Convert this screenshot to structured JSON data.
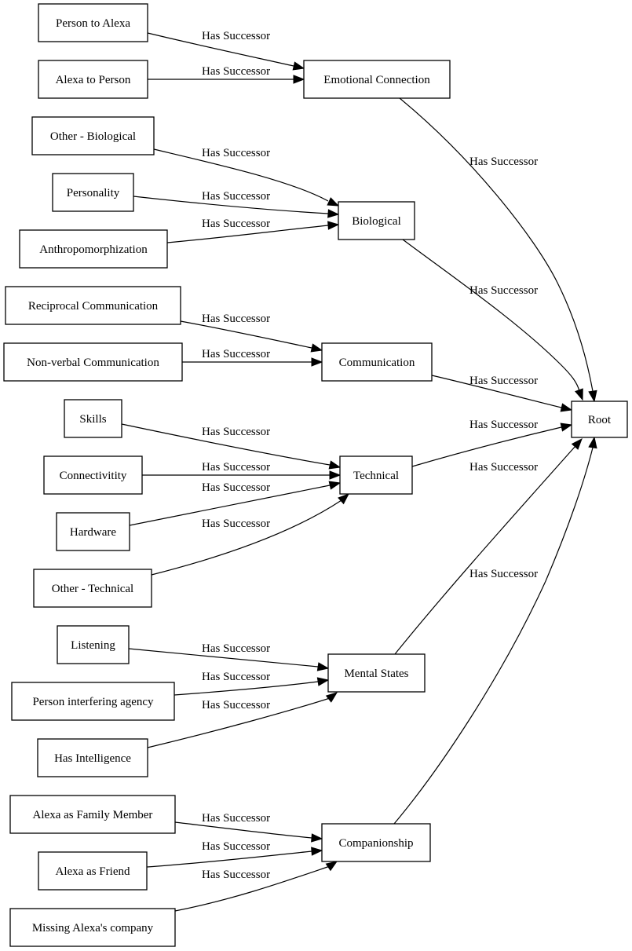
{
  "diagram": {
    "type": "directed-graph",
    "edge_label": "Has Successor",
    "root": "Root",
    "nodes": [
      {
        "id": "root",
        "label": "Root"
      },
      {
        "id": "emotional",
        "label": "Emotional Connection"
      },
      {
        "id": "biological",
        "label": "Biological"
      },
      {
        "id": "communication",
        "label": "Communication"
      },
      {
        "id": "technical",
        "label": "Technical"
      },
      {
        "id": "mental",
        "label": "Mental States"
      },
      {
        "id": "companionship",
        "label": "Companionship"
      },
      {
        "id": "person_to_alexa",
        "label": "Person to Alexa"
      },
      {
        "id": "alexa_to_person",
        "label": "Alexa to Person"
      },
      {
        "id": "other_bio",
        "label": "Other - Biological"
      },
      {
        "id": "personality",
        "label": "Personality"
      },
      {
        "id": "anthro",
        "label": "Anthropomorphization"
      },
      {
        "id": "reciprocal",
        "label": "Reciprocal Communication"
      },
      {
        "id": "nonverbal",
        "label": "Non-verbal Communication"
      },
      {
        "id": "skills",
        "label": "Skills"
      },
      {
        "id": "connectivity",
        "label": "Connectivitity"
      },
      {
        "id": "hardware",
        "label": "Hardware"
      },
      {
        "id": "other_tech",
        "label": "Other - Technical"
      },
      {
        "id": "listening",
        "label": "Listening"
      },
      {
        "id": "person_interfering",
        "label": "Person interfering agency"
      },
      {
        "id": "has_intelligence",
        "label": "Has Intelligence"
      },
      {
        "id": "family_member",
        "label": "Alexa as Family Member"
      },
      {
        "id": "friend",
        "label": "Alexa as Friend"
      },
      {
        "id": "missing_company",
        "label": "Missing Alexa's company"
      }
    ],
    "edges": [
      {
        "from": "person_to_alexa",
        "to": "emotional",
        "label": "Has Successor"
      },
      {
        "from": "alexa_to_person",
        "to": "emotional",
        "label": "Has Successor"
      },
      {
        "from": "other_bio",
        "to": "biological",
        "label": "Has Successor"
      },
      {
        "from": "personality",
        "to": "biological",
        "label": "Has Successor"
      },
      {
        "from": "anthro",
        "to": "biological",
        "label": "Has Successor"
      },
      {
        "from": "reciprocal",
        "to": "communication",
        "label": "Has Successor"
      },
      {
        "from": "nonverbal",
        "to": "communication",
        "label": "Has Successor"
      },
      {
        "from": "skills",
        "to": "technical",
        "label": "Has Successor"
      },
      {
        "from": "connectivity",
        "to": "technical",
        "label": "Has Successor"
      },
      {
        "from": "hardware",
        "to": "technical",
        "label": "Has Successor"
      },
      {
        "from": "other_tech",
        "to": "technical",
        "label": "Has Successor"
      },
      {
        "from": "listening",
        "to": "mental",
        "label": "Has Successor"
      },
      {
        "from": "person_interfering",
        "to": "mental",
        "label": "Has Successor"
      },
      {
        "from": "has_intelligence",
        "to": "mental",
        "label": "Has Successor"
      },
      {
        "from": "family_member",
        "to": "companionship",
        "label": "Has Successor"
      },
      {
        "from": "friend",
        "to": "companionship",
        "label": "Has Successor"
      },
      {
        "from": "missing_company",
        "to": "companionship",
        "label": "Has Successor"
      },
      {
        "from": "emotional",
        "to": "root",
        "label": "Has Successor"
      },
      {
        "from": "biological",
        "to": "root",
        "label": "Has Successor"
      },
      {
        "from": "communication",
        "to": "root",
        "label": "Has Successor"
      },
      {
        "from": "technical",
        "to": "root",
        "label": "Has Successor"
      },
      {
        "from": "mental",
        "to": "root",
        "label": "Has Successor"
      },
      {
        "from": "companionship",
        "to": "root",
        "label": "Has Successor"
      }
    ]
  }
}
